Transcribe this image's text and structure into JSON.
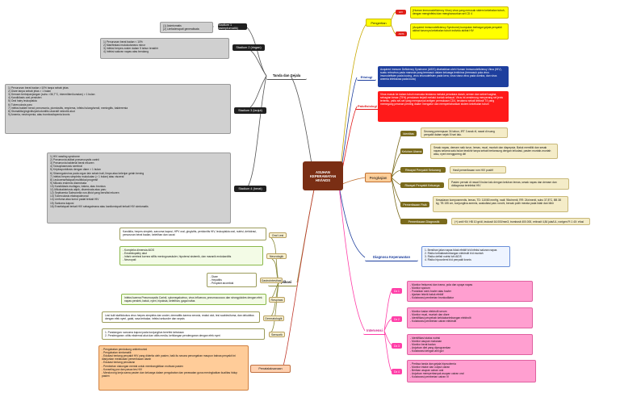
{
  "center": {
    "title": "ASUHAN KEPERAWATAN HIV/AIDS"
  },
  "colors": {
    "center": "#7a2e14",
    "yellow": "#ffff00",
    "blue": "#1e3f9e",
    "red": "#ff1a1a",
    "pink": "#ff3fa8",
    "peach": "#ffcc99",
    "grey": "#d0d0d0"
  },
  "tanda": {
    "label": "Tanda dan Gejala",
    "stadium1": {
      "label": "Stadium 1 (asimptomatik)",
      "text": "(1) Asimtomatis\n(2) Limfadenopati generalisata"
    },
    "stadium2": {
      "label": "Stadium 2 (ringan)",
      "text": "1) Penurunan berat badan < 10%\n2) Manifestasi mukokutaneus minor\n3) Infeksi herpes zoster dalam 5 tahun terakhir\n4) Infeksi saluran napas atas berulang"
    },
    "stadium3": {
      "label": "Stadium 3 (lanjut)",
      "text": "1) Penurunan berat badan >10% tanpa sebab jelas\n2) Diare tanpa sebab jelas > 1 bulan\n3) Demam berkepanjangan (suhu >36,7°C, intermitten/konstan) > 1 bulan\n4) Kandidiasis oral persisten\n5) Oral hairy leukoplakia\n6) Tuberculosis paru\n7) Infeksi bakteri berat: pneumonia, piomiositis, empiema, infeksi tulang/sendi, meningitis, bakteremia\n8) Stomatitis/gingivitis/periodontitis ulseratif nekrotik akut\n9) Anemia, neutropenia, atau trombositopenia kronis"
    },
    "stadium4": {
      "label": "Stadium 4 (berat)",
      "text": "1) HIV wasting syndrome\n2) Pneumonia akibat pneumocystis carinii\n3) Pneumonia bakterial berat rekuren\n4) Toksoplasmosis serebral\n5) Kriptosporidiosis dengan diare > 1 bulan\n6) Sitomegalovirus pada organ lain selain hati, limpa atau kelenjar getah bening\n7) Infeksi herpes simpleks mukokutan (> 1 bulan) atau visceral\n8) Leukoensefalopati multifokal progresif\n9) Mikosis endemis diseminata\n10) Kandidiasis esofagus, trakea, atau bronkus\n11) Mikobakteriosis atipik, diseminata atau paru\n12) Septisemia Salmonella non-tifoid yang bersifat rekuren\n13) Tuberculosis ekstrapulmonal\n14) Limfoma atau tumor padat terkait HIV\n15) Sarkoma kaposi\n16) Ensefalopati terkait HIV sebagaimana atau kardiomiopati terkait HIV simtomatis"
    }
  },
  "pengertian": {
    "label": "Pengertian",
    "hiv": {
      "tag": "HIV",
      "text": "(Human Immunodeficiency Virus) virus yang merusak sistem kekebalan tubuh, dengan menginfeksi dan menghancurkan sel CD 4"
    },
    "aids": {
      "tag": "AIDS",
      "text": "(Acquired Immunodeficiency Syndrome) kumpulan berbagai gejala penyakit akibat turunnya kekebalan tubuh individu akibat HIV"
    }
  },
  "etiologi": {
    "label": "Etiologi",
    "text": "Acquired Immune Deficiency Syndrome (AIDS) disebabkan oleh Human Immunodeficiency Virus (HIV), suatu retrovirus pada manusia yang termasuk dalam keluarga lentivirus (termasuk pula virus imunodefisien pada kucing, virus imunodefisien pada kera, virus visna virus pada domba, dan virus anemia infeksiosa pada kuda)"
  },
  "patofisiologi": {
    "label": "Patofisiologi",
    "text": "Virus masuk ke dalam tubuh manusia terutama melalui perantara darah, semen dan sekret vagina, sebagian besar (75%) penularan terjadi melalui kontak seksual. Virus ini cenderung menyerang sel jenis tertentu, yaitu sel-sel yang mempunyai antigen permukaan CD4, terutama sekali limfosit T4 yang memegang peranan penting dalam mengatur dan mempertahankan sistem kekebalan tubuh"
  },
  "pengkajian": {
    "label": "Pengkajian",
    "identitas": {
      "label": "Identitas",
      "text": "Seorang perempuan 34 tahun, IRT 3 anak ril, rawat di ruang penyakit dalam sejak 5 hari lalu."
    },
    "keluhan": {
      "label": "Keluhan Utama",
      "text": "Sesak napas, demam naik turun, lemas, mual, muntah dan diapepsia. Batuk memiliki dan sesak napas selama satu bulan terakhir tanpa sebab berlansung dengan intiudasi, pasien muntah-muntah atau, nyeri menggoreng diri"
    },
    "riwayat": {
      "label": "Riwayat Penyakit Sekarang",
      "text": "Hasil pemeriksaan rom HIV positif"
    },
    "keluarga": {
      "label": "Riwayat Penyakit Keluarga",
      "text": "Pasien pernah di rawat 5 bulan lalu dengan keluhan lemas, sesak napas dan demam dan didiagnosa terinfeksi HIV"
    },
    "fisik": {
      "label": "Pemeriksaan Fisik",
      "text": "Kesadaran komposmentis, lemas, TD: 110/80 mmHg, nadi: 96x/menit, RR: 24x/menit, suhu 37,8°C, BB 38 kg, TB 155 cm, konjungtiva anemis, auskultasi paru ronchi, bercak putih merata pada lidah dan bibir"
    },
    "diagnostik": {
      "label": "Pemeriksaan Diagnostik",
      "text": "(+) anti HIV, HB 10 gr/dl, leukosit 16.000/mm3, trombosit 400.000, eritrosit 4,84 juta/UL, rontgen Ft 1 4X: efusi"
    }
  },
  "diagnosa": {
    "label": "Diagnosa Keperawatan",
    "text": "1. Bersihan jalan napas tidak efektif b/d infeksi saluran napas\n2. Risiko ketidakseimbangan elektrolit b/d muntah\n3. Risiko defisit nutrisi b/d AIDS\n4. Risiko hipovolemi b/d penyakit kronis"
  },
  "intervensi": {
    "label": "Intervensi",
    "items": [
      {
        "tag": "Dx 1",
        "text": "- Monitor frekuensi dan irama, pola dan upaya napas\n- Monitor sputum\n- Posisikan semi-fowler atau fowler\n- Ajarkan teknik batuk efektif\n- Kolaborasi pemberian bronkodilator"
      },
      {
        "tag": "Dx 2",
        "text": "- Monitor kadar elektrolit serum\n- Monitor mual, muntah dan diare\n- Identifikasi penyebab ketidakseimbangan elektrolit\n- Kolaborasi pemberian cairan elektrolit"
      },
      {
        "tag": "Dx 3",
        "text": "- Identifikasi status nutrisi\n- Monitor asupan makanan\n- Monitor berat badan\n- Anjurkan diet yang diprogramkan\n- Kolaborasi dengan ahli gizi"
      },
      {
        "tag": "Dx 4",
        "text": "- Periksa tanda dan gejala hipovolemia\n- Monitor intake dan output cairan\n- Berikan asupan cairan oral\n- Anjurkan memperbanyak asupan cairan oral\n- Kolaborasi pemberian cairan IV"
      }
    ]
  },
  "komplikasi": {
    "label": "Komplikasi",
    "items": [
      {
        "tag": "Oral Lesi",
        "text": "Kandidia, herpes simplek, sarcoma kaposi, HPV oral, gingivitis, peridonitis HIV, leukoplakia oral, nutrisi, dehidrasi, penurunan berat badan, keletihan dan cacat"
      },
      {
        "tag": "Neurologik",
        "text": "- Kompleks dimensia AIDS\n- Ensefalopathy akut\n- Infark serebral kornea sifilis meningovaskuler, hipotensi sistemik, dan maranik endokarditis\n- Neuropati"
      },
      {
        "tag": "Gastrointestinal",
        "text": "- Diare\n- Hepatitis\n- Penyakit anorektal"
      },
      {
        "tag": "Respirasi",
        "text": "Infeksi karena Pneumocystis Carinii, cytomegalovirus, virus influenza, pneumococcus dan strongyloides dengan efek napas pendek, batuk, nyeri, hipoksia, keletihan, gagal nafas"
      },
      {
        "tag": "Dermatologik",
        "text": "Lesi kulit stafilokokus virus herpes simpleks dan zoster, dermatitis karena xerosis, reaksi otot, lesi scabies/tuma, dan dekubitus dengan efek nyeri, gatal, rasa terbakar, infeksi sekunder dan sepsis"
      },
      {
        "tag": "Sensorik",
        "text": "1. Pandangan: sarcoma kaposi pada konjungtiva berefek kebutaan\n2. Pendengaran: otitis eksternal akut dan otitis media, kehilangan pendengaran dengan efek nyeri"
      }
    ]
  },
  "penatalaksanaan": {
    "label": "Penatalaksanaan",
    "text": "- Pengobatan pendukung antiretroviral\n- Pengobatan simtomatik\n- Edukasi tentang penyakit HIV yang diderita oleh pasien, baik itu secara pencegahan maupun bahwa penyakit ini dianjurkan melakukan pemeriksaan darah\n- Edukasi tentang penularan\n- Pemberian dukungan mental untuk membangkitkan motivasi pasien\n- Konseling pra dan pasca tes HIV\n- Mendorong kerja sama pasien dan keluarga dalam pengobatan dan perawatan guna meningkatkan kualitas hidup pasien"
  }
}
